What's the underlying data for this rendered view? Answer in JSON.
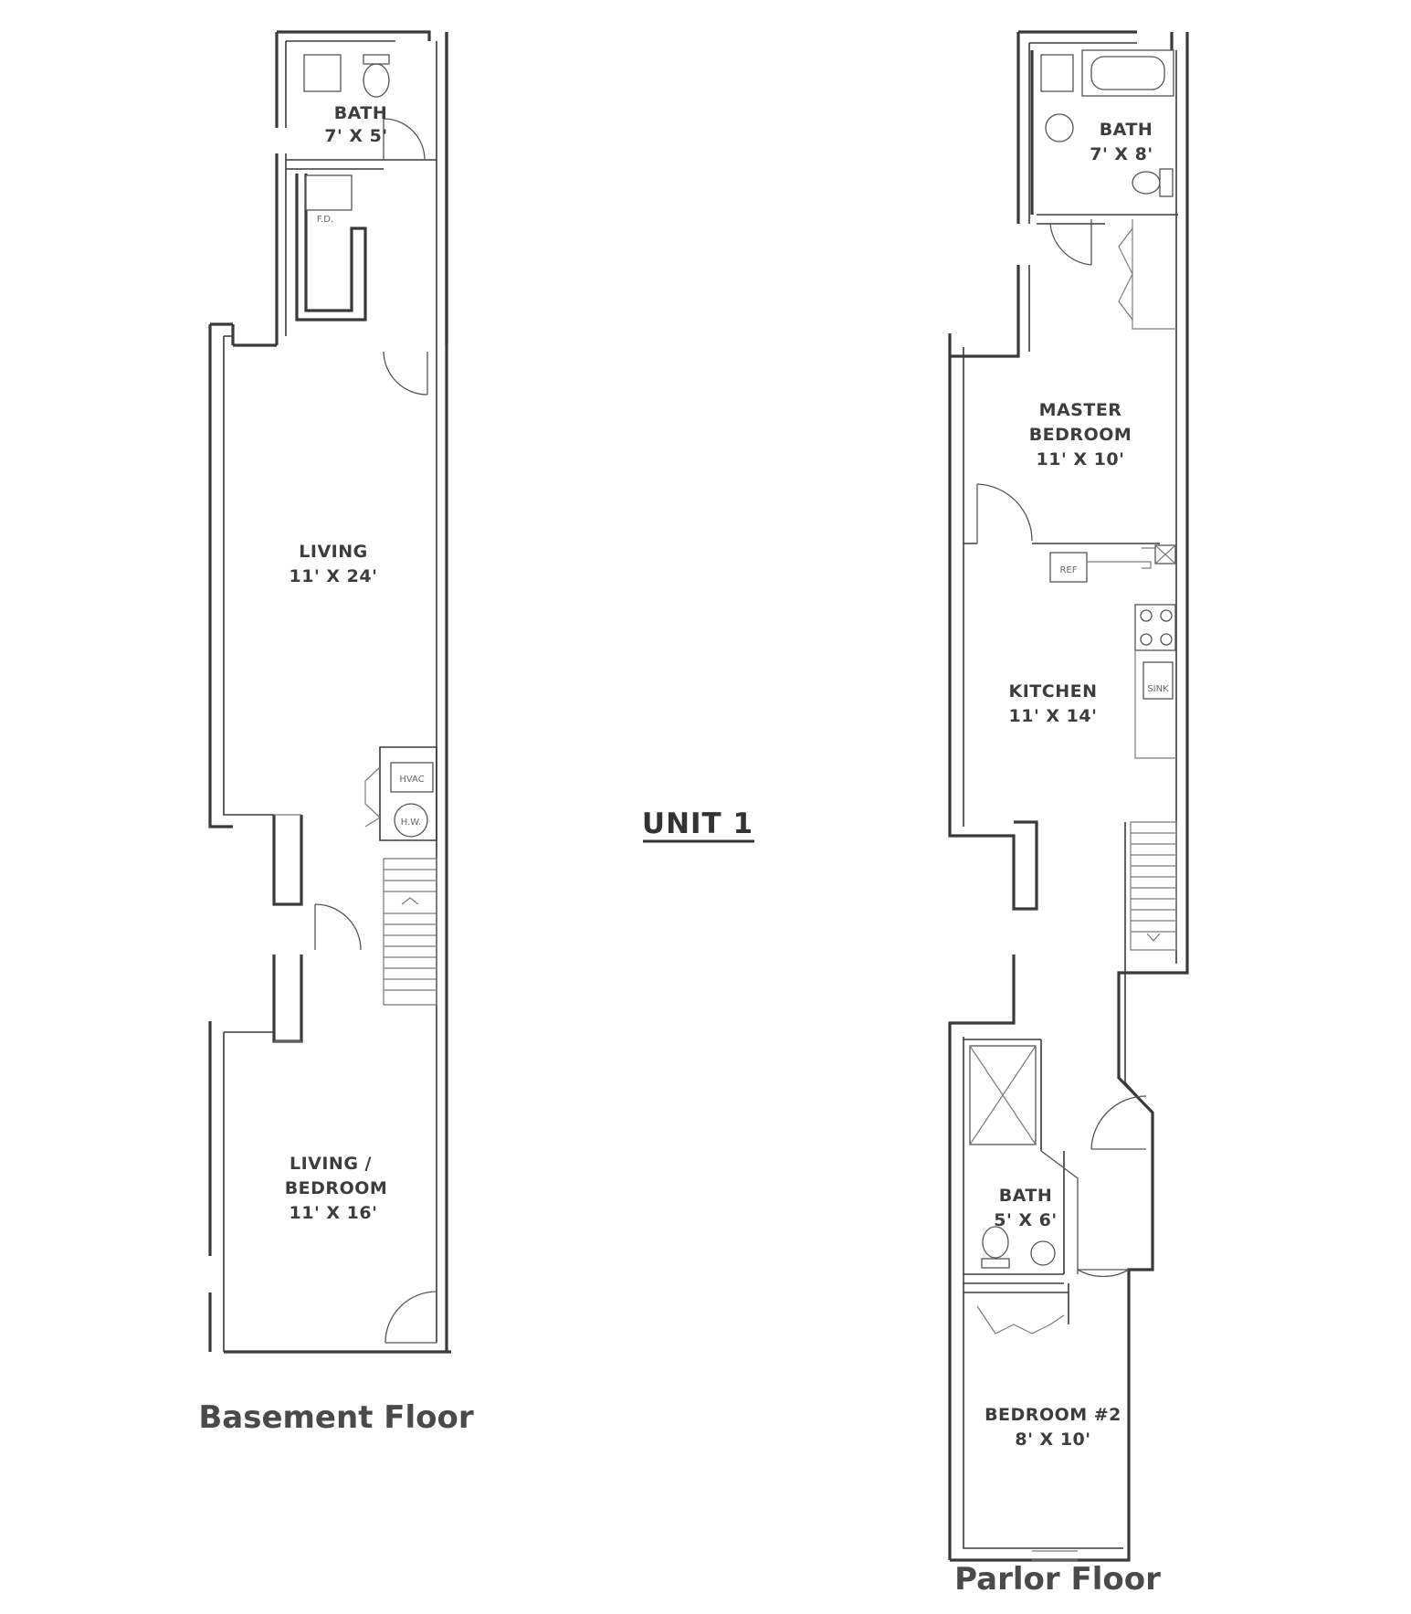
{
  "unit": {
    "title": "UNIT 1"
  },
  "basement": {
    "title": "Basement Floor",
    "bath": {
      "name": "BATH",
      "size": "7' X 5'"
    },
    "living": {
      "name": "LIVING",
      "size": "11' X 24'"
    },
    "living_bedroom": {
      "name": "LIVING /",
      "name2": "BEDROOM",
      "size": "11' X 16'"
    },
    "hvac_label": "HVAC",
    "hw_label": "H.W.",
    "fd_label": "F.D."
  },
  "parlor": {
    "title": "Parlor Floor",
    "bath_top": {
      "name": "BATH",
      "size": "7' X 8'"
    },
    "master": {
      "name": "MASTER",
      "name2": "BEDROOM",
      "size": "11' X 10'"
    },
    "kitchen": {
      "name": "KITCHEN",
      "size": "11' X 14'"
    },
    "bath_mid": {
      "name": "BATH",
      "size": "5' X 6'"
    },
    "bedroom2": {
      "name": "BEDROOM #2",
      "size": "8' X 10'"
    },
    "ref_label": "REF",
    "sink_label": "SINK"
  }
}
